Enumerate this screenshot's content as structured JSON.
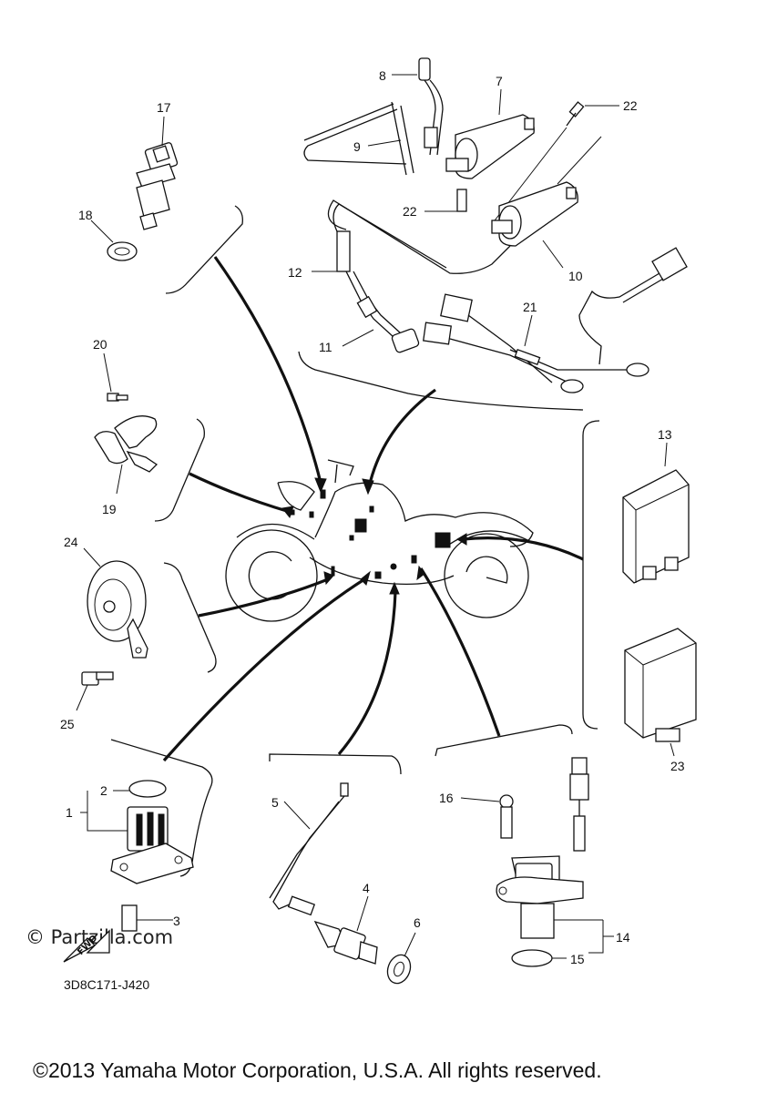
{
  "diagram": {
    "parts": [
      {
        "id": "1",
        "label": "1"
      },
      {
        "id": "2",
        "label": "2"
      },
      {
        "id": "3",
        "label": "3"
      },
      {
        "id": "4",
        "label": "4"
      },
      {
        "id": "5",
        "label": "5"
      },
      {
        "id": "6",
        "label": "6"
      },
      {
        "id": "7",
        "label": "7"
      },
      {
        "id": "8",
        "label": "8"
      },
      {
        "id": "9",
        "label": "9"
      },
      {
        "id": "10",
        "label": "10"
      },
      {
        "id": "11",
        "label": "11"
      },
      {
        "id": "12",
        "label": "12"
      },
      {
        "id": "13",
        "label": "13"
      },
      {
        "id": "14",
        "label": "14"
      },
      {
        "id": "15",
        "label": "15"
      },
      {
        "id": "16",
        "label": "16"
      },
      {
        "id": "17",
        "label": "17"
      },
      {
        "id": "18",
        "label": "18"
      },
      {
        "id": "19",
        "label": "19"
      },
      {
        "id": "20",
        "label": "20"
      },
      {
        "id": "21",
        "label": "21"
      },
      {
        "id": "22a",
        "label": "22"
      },
      {
        "id": "22b",
        "label": "22"
      },
      {
        "id": "23",
        "label": "23"
      },
      {
        "id": "24",
        "label": "24"
      },
      {
        "id": "25",
        "label": "25"
      }
    ],
    "diagram_code": "3D8C171-J420",
    "watermark": "© Partzilla.com",
    "fwd_marker": "FWD",
    "copyright": "©2013 Yamaha Motor Corporation, U.S.A. All rights reserved."
  }
}
